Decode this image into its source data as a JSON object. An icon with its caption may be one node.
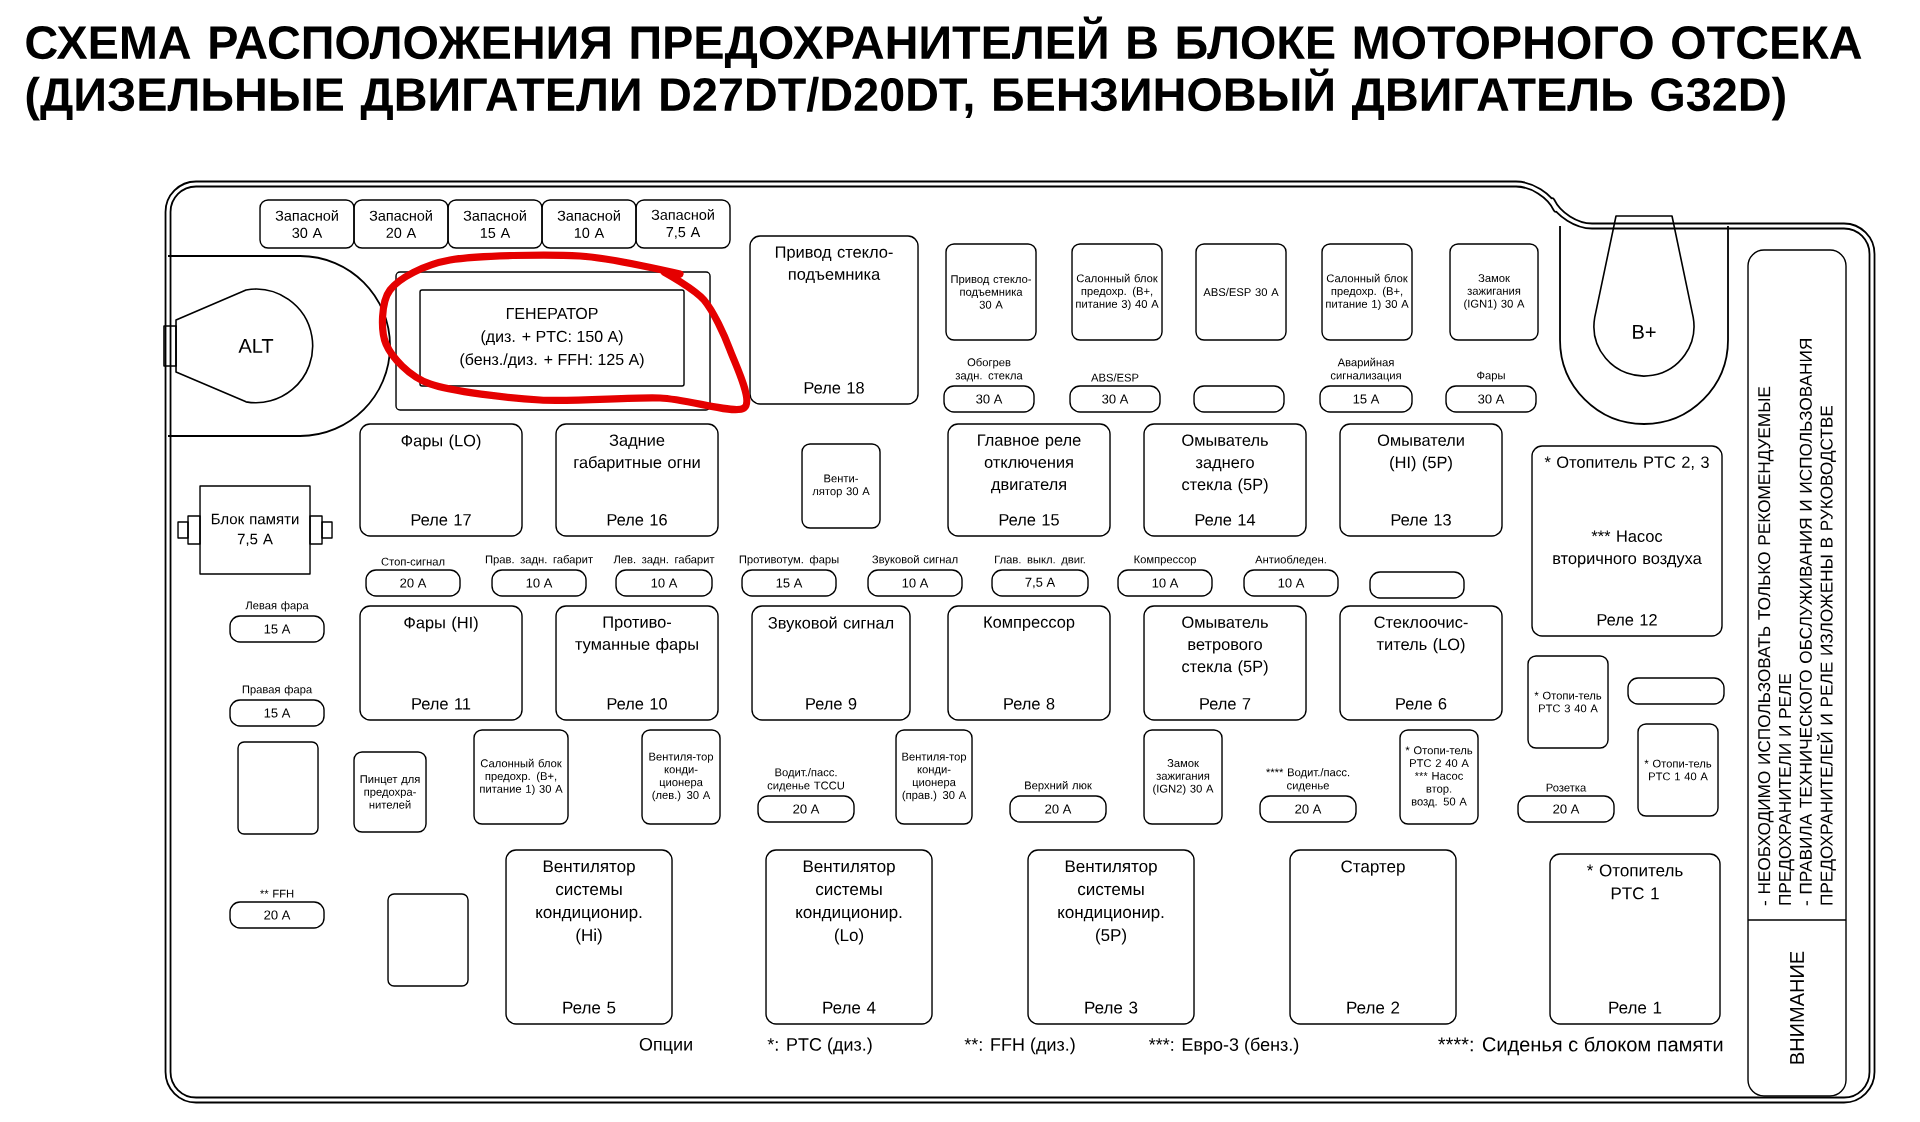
{
  "diagram": {
    "title": "СХЕМА РАСПОЛОЖЕНИЯ ПРЕДОХРАНИТЕЛЕЙ В БЛОКЕ МОТОРНОГО ОТСЕКА (ДИЗЕЛЬНЫЕ ДВИГАТЕЛИ D27DT/D20DT, БЕНЗИНОВЫЙ ДВИГАТЕЛЬ G32D)",
    "nodes": [
      {
        "text": [
          "Запасной 30 A"
        ]
      },
      {
        "text": [
          "Запасной 20 A"
        ]
      },
      {
        "text": [
          "Запасной 15 A"
        ]
      },
      {
        "text": [
          "Запасной 10 A"
        ]
      },
      {
        "text": [
          "Запасной 7,5 A"
        ]
      },
      {
        "text": [
          "ALT"
        ]
      },
      {
        "text": [],
        "shape": "box"
      },
      {
        "text": [
          "ГЕНЕРАТОР",
          "(диз. + PTC: 150 A)",
          "(бенз./диз. + FFH: 125 A)"
        ],
        "in": 6
      },
      {
        "text": [
          "Привод стекло-подъемника",
          "Реле 18"
        ]
      },
      {
        "text": [
          "Привод стекло-подъемника 30 A"
        ]
      },
      {
        "text": [
          "Салонный блок предохр. (B+, питание 3) 40 A"
        ]
      },
      {
        "text": [
          "ABS/ESP 30 A"
        ]
      },
      {
        "text": [
          "Салонный блок предохр. (B+, питание 1) 30 A"
        ]
      },
      {
        "text": [
          "Замок зажигания (IGN1) 30 A"
        ]
      },
      {
        "text": [
          "B+"
        ]
      },
      {
        "text": [
          "Обогрев задн. стекла",
          "30 A"
        ]
      },
      {
        "text": [
          "ABS/ESP",
          "30 A"
        ]
      },
      {
        "text": [],
        "shape": "box"
      },
      {
        "text": [
          "Аварийная сигнализация",
          "15 A"
        ]
      },
      {
        "text": [
          "Фары",
          "30 A"
        ]
      },
      {
        "text": [
          "Блок памяти 7,5 A"
        ]
      },
      {
        "text": [
          "Фары (LO)",
          "Реле 17"
        ]
      },
      {
        "text": [
          "Задние габаритные огни",
          "Реле 16"
        ]
      },
      {
        "text": [
          "Венти-лятор 30 A"
        ]
      },
      {
        "text": [
          "Главное реле отключения двигателя",
          "Реле 15"
        ]
      },
      {
        "text": [
          "Омыватель заднего стекла (5P)",
          "Реле 14"
        ]
      },
      {
        "text": [
          "Омыватели (HI) (5P)",
          "Реле 13"
        ]
      },
      {
        "text": [
          "* Отопитель PTC 2, 3",
          "*** Насос вторичного воздуха",
          "Реле 12"
        ]
      },
      {
        "text": [
          "Стоп-сигнал",
          "20 A"
        ]
      },
      {
        "text": [
          "Прав. задн. габарит",
          "10 A"
        ]
      },
      {
        "text": [
          "Лев. задн. габарит",
          "10 A"
        ]
      },
      {
        "text": [
          "Противотум. фары",
          "15 A"
        ]
      },
      {
        "text": [
          "Звуковой сигнал",
          "10 A"
        ]
      },
      {
        "text": [
          "Глав. выкл. двиг.",
          "7,5 A"
        ]
      },
      {
        "text": [
          "Компрессор",
          "10 A"
        ]
      },
      {
        "text": [
          "Антиобледен.",
          "10 A"
        ]
      },
      {
        "text": [],
        "shape": "box"
      },
      {
        "text": [
          "Левая фара",
          "15 A"
        ]
      },
      {
        "text": [
          "Правая фара",
          "15 A"
        ]
      },
      {
        "text": [
          "Фары (HI)",
          "Реле 11"
        ]
      },
      {
        "text": [
          "Противо-туманные фары",
          "Реле 10"
        ]
      },
      {
        "text": [
          "Звуковой сигнал",
          "Реле 9"
        ]
      },
      {
        "text": [
          "Компрессор",
          "Реле 8"
        ]
      },
      {
        "text": [
          "Омыватель ветрового стекла (5P)",
          "Реле 7"
        ]
      },
      {
        "text": [
          "Стеклоочис-титель (LO)",
          "Реле 6"
        ]
      },
      {
        "text": [
          "* Отопи-тель PTC 3 40 A"
        ]
      },
      {
        "text": [],
        "shape": "box"
      },
      {
        "text": [],
        "shape": "box"
      },
      {
        "text": [
          "Пинцет для предохра-нителей"
        ]
      },
      {
        "text": [
          "Салонный блок предохр. (B+, питание 1) 30 A"
        ]
      },
      {
        "text": [
          "Вентиля-тор конди-ционера (лев.) 30 A"
        ]
      },
      {
        "text": [
          "Водит./пасс. сиденье TCCU",
          "20 A"
        ]
      },
      {
        "text": [
          "Вентиля-тор конди-ционера (прав.) 30 A"
        ]
      },
      {
        "text": [
          "Верхний люк",
          "20 A"
        ]
      },
      {
        "text": [
          "Замок зажигания (IGN2) 30 A"
        ]
      },
      {
        "text": [
          "**** Водит./пасс. сиденье",
          "20 A"
        ]
      },
      {
        "text": [
          "* Отопи-тель PTC 2 40 A",
          "*** Насос втор. возд. 50 A"
        ]
      },
      {
        "text": [
          "Розетка",
          "20 A"
        ]
      },
      {
        "text": [
          "* Отопи-тель PTC 1 40 A"
        ]
      },
      {
        "text": [
          "** FFH",
          "20 A"
        ]
      },
      {
        "text": [],
        "shape": "box"
      },
      {
        "text": [
          "Вентилятор системы кондиционир. (Hi)",
          "Реле 5"
        ]
      },
      {
        "text": [
          "Вентилятор системы кондиционир. (Lo)",
          "Реле 4"
        ]
      },
      {
        "text": [
          "Вентилятор системы кондиционир. (5P)",
          "Реле 3"
        ]
      },
      {
        "text": [
          "Стартер",
          "Реле 2"
        ]
      },
      {
        "text": [
          "* Отопитель PTC 1",
          "Реле 1"
        ]
      },
      {
        "text": [
          "ВНИМАНИЕ",
          "- НЕОБХОДИМО ИСПОЛЬЗОВАТЬ ТОЛЬКО РЕКОМЕНДУЕМЫЕ ПРЕДОХРАНИТЕЛИ И РЕЛЕ",
          "- ПРАВИЛА ТЕХНИЧЕСКОГО ОБСЛУЖИВАНИЯ И ИСПОЛЬЗОВАНИЯ ПРЕДОХРАНИТЕЛЕЙ И РЕЛЕ ИЗЛОЖЕНЫ В РУКОВОДСТВЕ"
        ]
      }
    ],
    "labels": [
      "Опции",
      "*: PTC (диз.)",
      "**: FFH (диз.)",
      "***: Евро-3 (бенз.)",
      "****: Сиденья с блоком памяти"
    ]
  }
}
